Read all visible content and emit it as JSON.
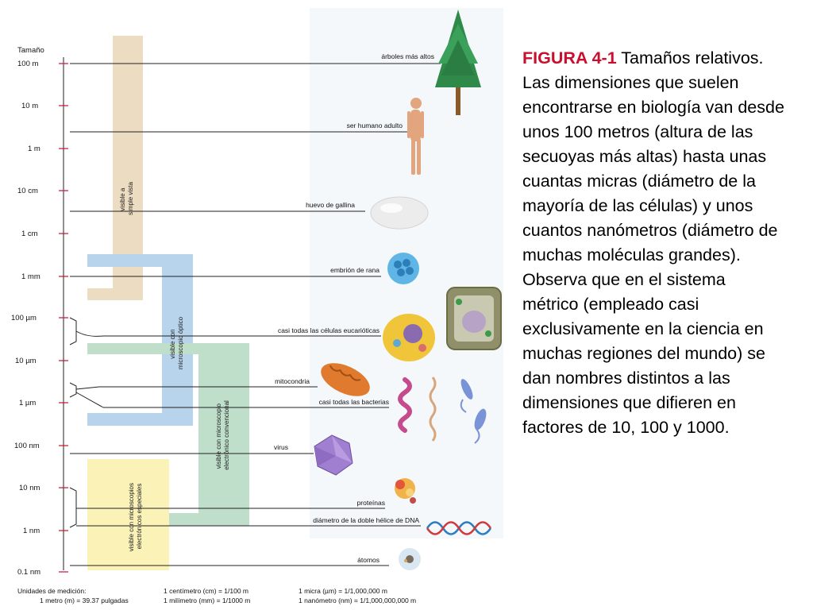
{
  "scale": {
    "header": "Tamaño",
    "ticks": [
      "100 m",
      "10 m",
      "1 m",
      "10 cm",
      "1 cm",
      "1 mm",
      "100  µm",
      "10  µm",
      "1  µm",
      "100 nm",
      "10 nm",
      "1 nm",
      "0.1 nm"
    ]
  },
  "objects": [
    {
      "label": "árboles más altos",
      "icon": "tree-icon"
    },
    {
      "label": "ser humano adulto",
      "icon": "human-icon"
    },
    {
      "label": "huevo de gallina",
      "icon": "egg-icon"
    },
    {
      "label": "embrión de rana",
      "icon": "frog-embryo-icon"
    },
    {
      "label": "casi todas las células eucarióticas",
      "icon": "eukaryotic-cell-icon"
    },
    {
      "label": "mitocondria",
      "icon": "mitochondrion-icon"
    },
    {
      "label": "casi todas las bacterias",
      "icon": "bacteria-icon"
    },
    {
      "label": "virus",
      "icon": "virus-icon"
    },
    {
      "label": "proteínas",
      "icon": "protein-icon"
    },
    {
      "label": "diámetro de la doble hélice de DNA",
      "icon": "dna-helix-icon"
    },
    {
      "label": "átomos",
      "icon": "atom-icon"
    }
  ],
  "ranges": [
    {
      "line1": "visible a",
      "line2": "simple vista",
      "color": "#ecdcc1"
    },
    {
      "line1": "visible con",
      "line2": "microscopio óptico",
      "color": "#b8d4ec"
    },
    {
      "line1": "visible con microscopio",
      "line2": "electrónico convencional",
      "color": "#bfdfcb"
    },
    {
      "line1": "visible con microscopios",
      "line2": "electrónicos especiales",
      "color": "#fbf2b8"
    }
  ],
  "caption": {
    "figure_number": "FIGURA 4-1",
    "text": " Tamaños relativos. Las dimensiones que suelen encontrarse en biología van desde unos 100 metros (altura de las secuoyas más altas) hasta unas cuantas micras (diámetro de la mayoría de las células) y unos cuantos nanómetros (diámetro de muchas moléculas grandes). Observa que en el sistema métrico (empleado casi exclusivamente en la ciencia en muchas regiones del mundo) se dan nombres distintos a las dimensiones que difieren en factores de 10, 100 y 1000."
  },
  "units": {
    "heading": "Unidades de medición:",
    "items": [
      "1 metro (m) = 39.37 pulgadas",
      "1 centímetro (cm) = 1/100 m",
      "1 milímetro (mm) = 1/1000 m",
      "1 micra (µm) = 1/1,000,000 m",
      "1 nanómetro (nm) = 1/1,000,000,000 m"
    ]
  },
  "colors": {
    "tick_red": "#c8102e",
    "image_panel": "#f4f8fb"
  }
}
